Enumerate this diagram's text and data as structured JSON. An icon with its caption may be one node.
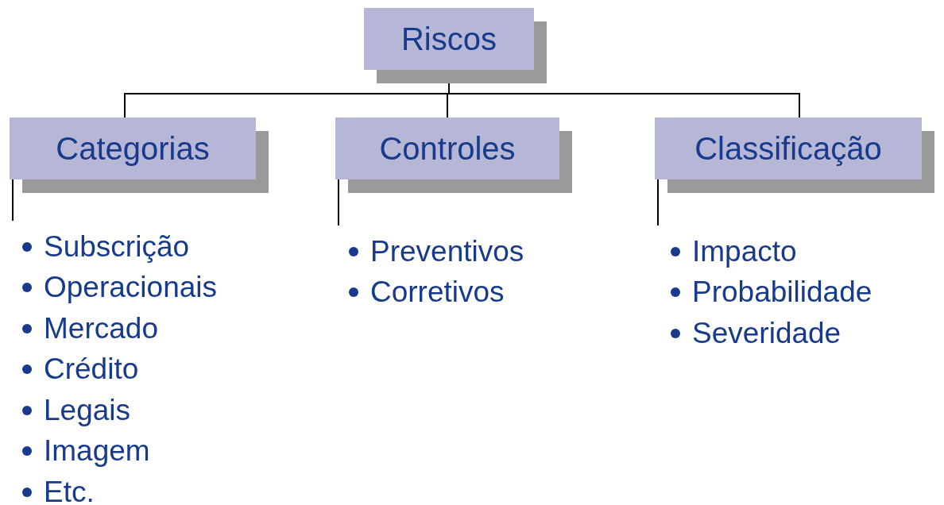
{
  "diagram": {
    "nodes": [
      {
        "text": [
          "Riscos"
        ]
      },
      {
        "text": [
          "Categorias"
        ]
      },
      {
        "text": [
          "Controles"
        ]
      },
      {
        "text": [
          "Classificação"
        ]
      },
      {
        "text": [
          "Subscrição",
          "Operacionais",
          "Mercado",
          "Crédito",
          "Legais",
          "Imagem",
          "Etc."
        ]
      },
      {
        "text": [
          "Preventivos",
          "Corretivos"
        ]
      },
      {
        "text": [
          "Impacto",
          "Probabilidade",
          "Severidade"
        ]
      }
    ],
    "edges": [
      {
        "from": 0,
        "to": 1,
        "arrow": "none"
      },
      {
        "from": 0,
        "to": 2,
        "arrow": "none"
      },
      {
        "from": 0,
        "to": 3,
        "arrow": "none"
      },
      {
        "from": 1,
        "to": 4,
        "arrow": "none"
      },
      {
        "from": 2,
        "to": 5,
        "arrow": "none"
      },
      {
        "from": 3,
        "to": 6,
        "arrow": "none"
      }
    ]
  }
}
